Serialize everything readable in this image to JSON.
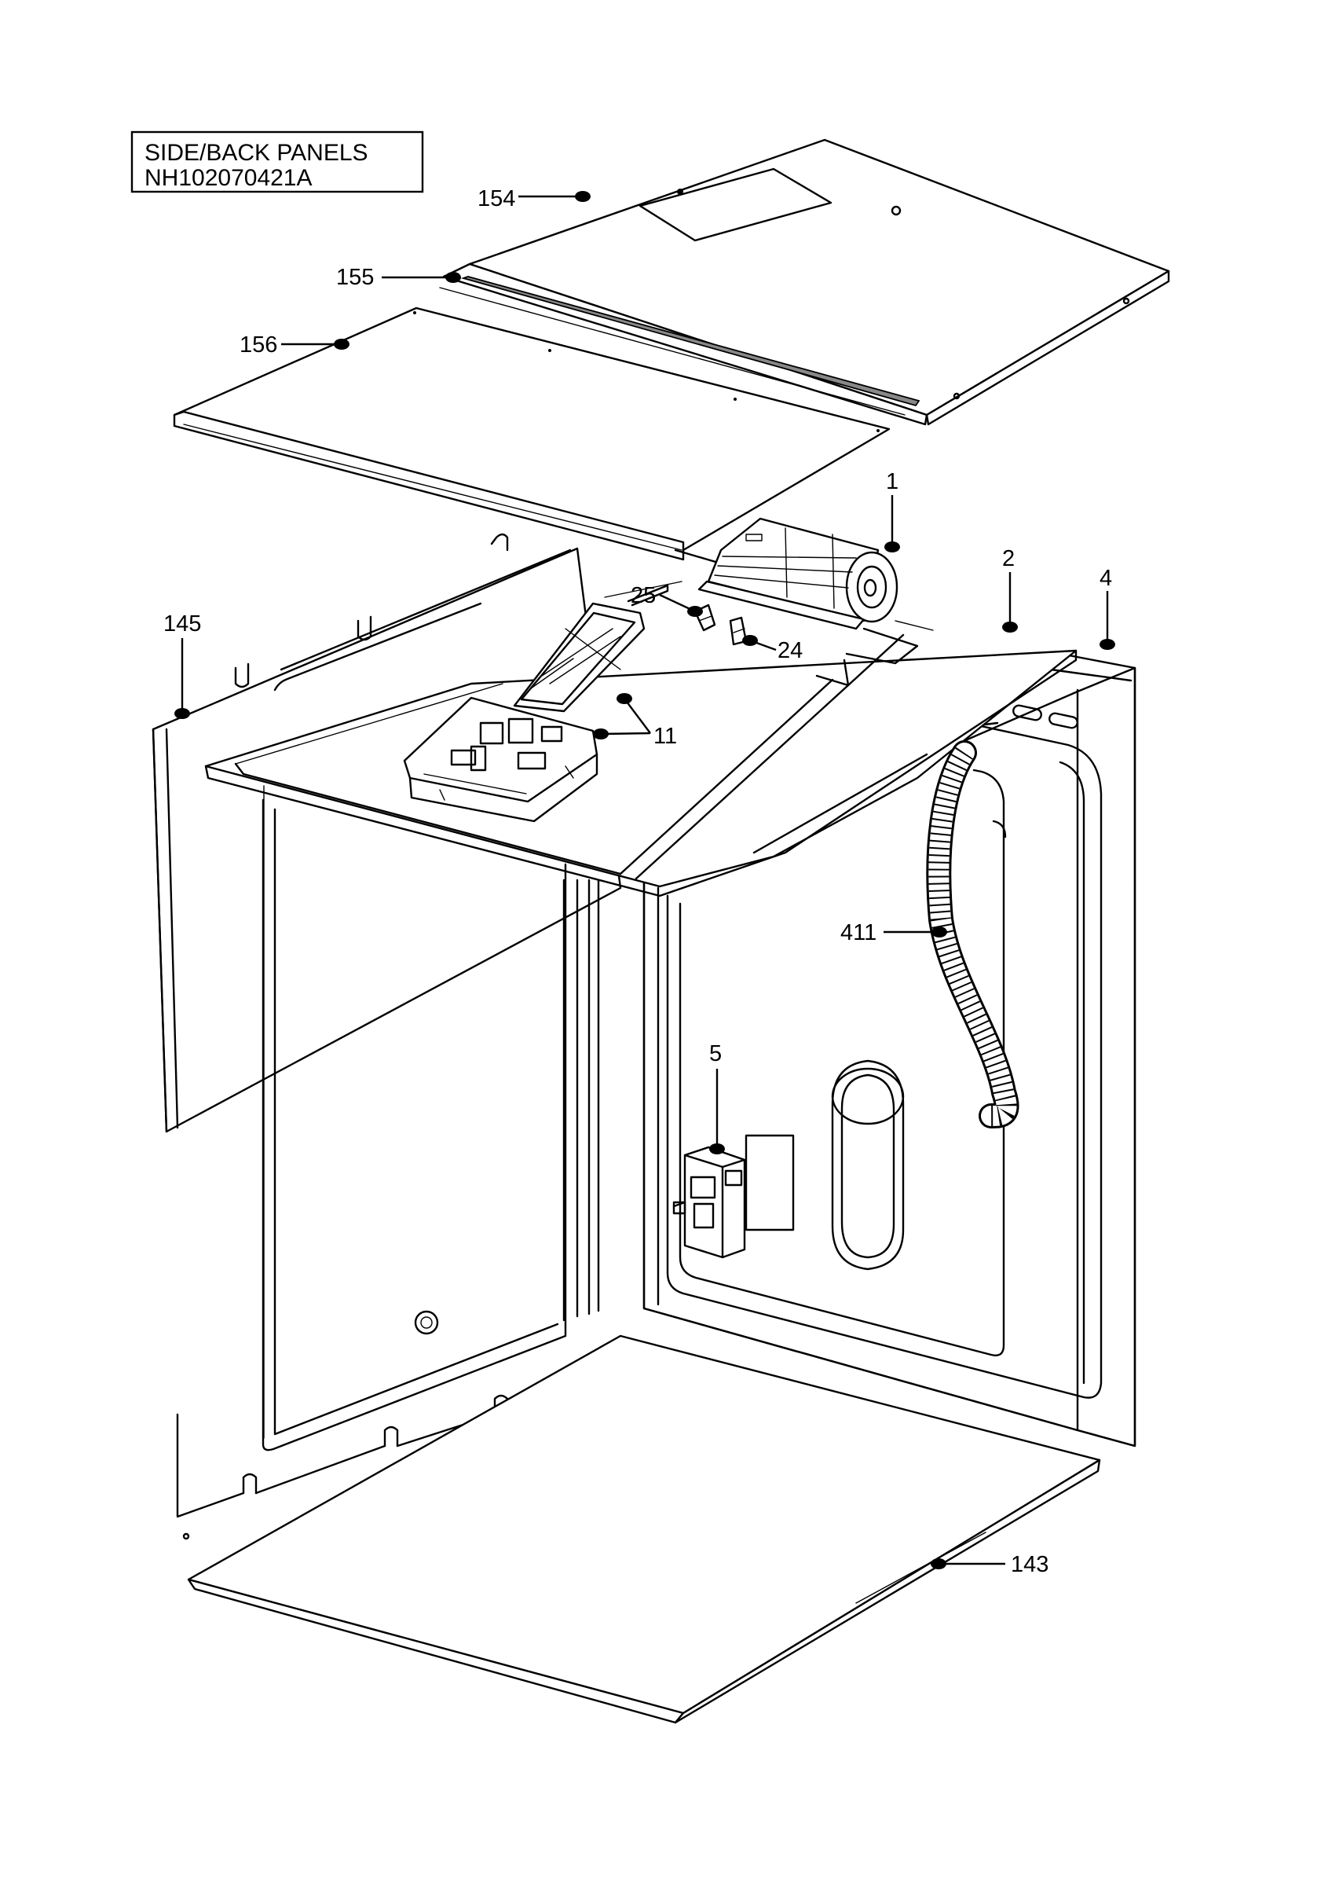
{
  "title_box": {
    "line1": "SIDE/BACK PANELS",
    "line2": "NH102070421A"
  },
  "callouts": [
    {
      "id": "154",
      "label": "154"
    },
    {
      "id": "155",
      "label": "155"
    },
    {
      "id": "156",
      "label": "156"
    },
    {
      "id": "1",
      "label": "1"
    },
    {
      "id": "2",
      "label": "2"
    },
    {
      "id": "4",
      "label": "4"
    },
    {
      "id": "145",
      "label": "145"
    },
    {
      "id": "25",
      "label": "25"
    },
    {
      "id": "24",
      "label": "24"
    },
    {
      "id": "11",
      "label": "11"
    },
    {
      "id": "411",
      "label": "411"
    },
    {
      "id": "5",
      "label": "5"
    },
    {
      "id": "143",
      "label": "143"
    }
  ],
  "colors": {
    "line": "#000000",
    "background": "#ffffff"
  }
}
